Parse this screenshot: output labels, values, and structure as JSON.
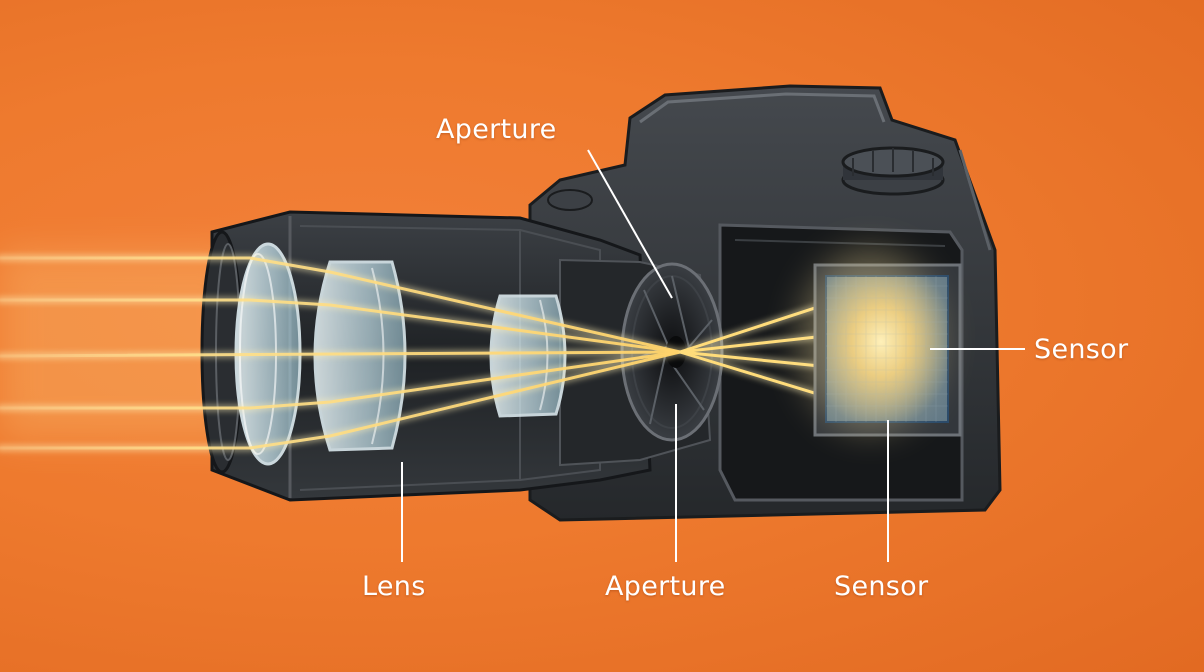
{
  "labels": {
    "aperture_top": "Aperture",
    "sensor_right": "Sensor",
    "lens": "Lens",
    "aperture_bottom": "Aperture",
    "sensor_bottom": "Sensor"
  },
  "colors": {
    "background": "#ee7a2e",
    "camera_body": "#2f3236",
    "camera_edge": "#55595f",
    "light_beam": "#ffd36b",
    "lens_glass": "#cfe3ea",
    "sensor_glow": "#ffe28a"
  }
}
